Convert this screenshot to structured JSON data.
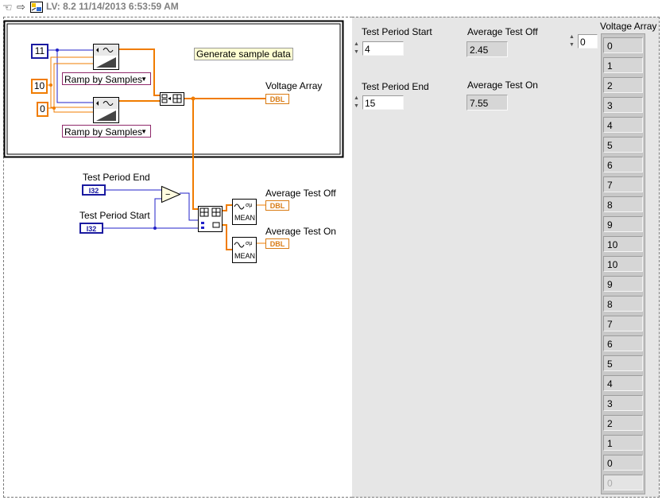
{
  "toolbar": {
    "version_text": "LV: 8.2 11/14/2013 6:53:59 AM",
    "icons": [
      "hand-tool-icon",
      "run-arrow-icon",
      "vi-icon"
    ]
  },
  "block_diagram": {
    "constants": {
      "samples": "11",
      "amplitude": "10",
      "offset": "0"
    },
    "ramp_selector_1": "Ramp by Samples",
    "ramp_selector_2": "Ramp by Samples",
    "note": "Generate sample data",
    "labels": {
      "voltage_array": "Voltage Array",
      "test_period_end": "Test Period End",
      "test_period_start": "Test Period Start",
      "average_test_off": "Average Test Off",
      "average_test_on": "Average Test On"
    },
    "terminals": {
      "dbl": "DBL",
      "i32": "I32"
    },
    "mean_label": "MEAN",
    "subtract_symbol": "−"
  },
  "front_panel": {
    "test_period_start": {
      "label": "Test Period Start",
      "value": "4"
    },
    "test_period_end": {
      "label": "Test Period End",
      "value": "15"
    },
    "average_test_off": {
      "label": "Average Test Off",
      "value": "2.45"
    },
    "average_test_on": {
      "label": "Average Test On",
      "value": "7.55"
    },
    "voltage_array": {
      "label": "Voltage Array",
      "index": "0",
      "elements": [
        "0",
        "1",
        "2",
        "3",
        "4",
        "5",
        "6",
        "7",
        "8",
        "9",
        "10",
        "10",
        "9",
        "8",
        "7",
        "6",
        "5",
        "4",
        "3",
        "2",
        "1",
        "0"
      ],
      "empty_element": "0"
    }
  },
  "colors": {
    "wire_orange": "#f07c00",
    "wire_blue": "#2020c8",
    "i32_blue": "#1a1aa0",
    "ring_purple": "#8f2a6b",
    "panel_gray": "#e6e6e6",
    "note_yellow": "#ffffd2"
  }
}
